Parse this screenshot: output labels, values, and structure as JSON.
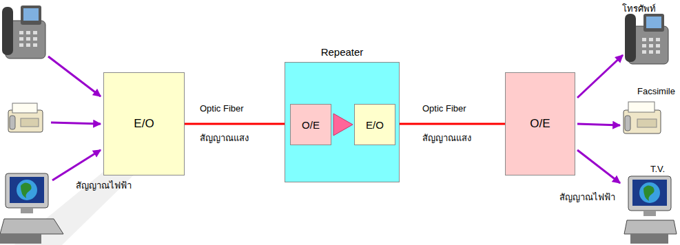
{
  "diagram": {
    "nodes": [
      {
        "text": [
          "E/O"
        ]
      },
      {
        "text": [
          "Repeater"
        ]
      },
      {
        "text": [
          "O/E"
        ],
        "in": 1
      },
      {
        "text": [
          "E/O"
        ],
        "in": 1
      },
      {
        "text": [
          "O/E"
        ]
      }
    ],
    "edges": [
      {
        "from": 0,
        "to": 1,
        "arrow": "none"
      },
      {
        "from": 1,
        "to": 4,
        "arrow": "none"
      }
    ],
    "labels": [
      "สัญญาณไฟฟ้า",
      "Optic Fiber",
      "สัญญาณแสง",
      "Optic Fiber",
      "สัญญาณแสง",
      "โทรศัพท์",
      "Facsimile",
      "T.V.",
      "สัญญาณไฟฟ้า"
    ]
  }
}
